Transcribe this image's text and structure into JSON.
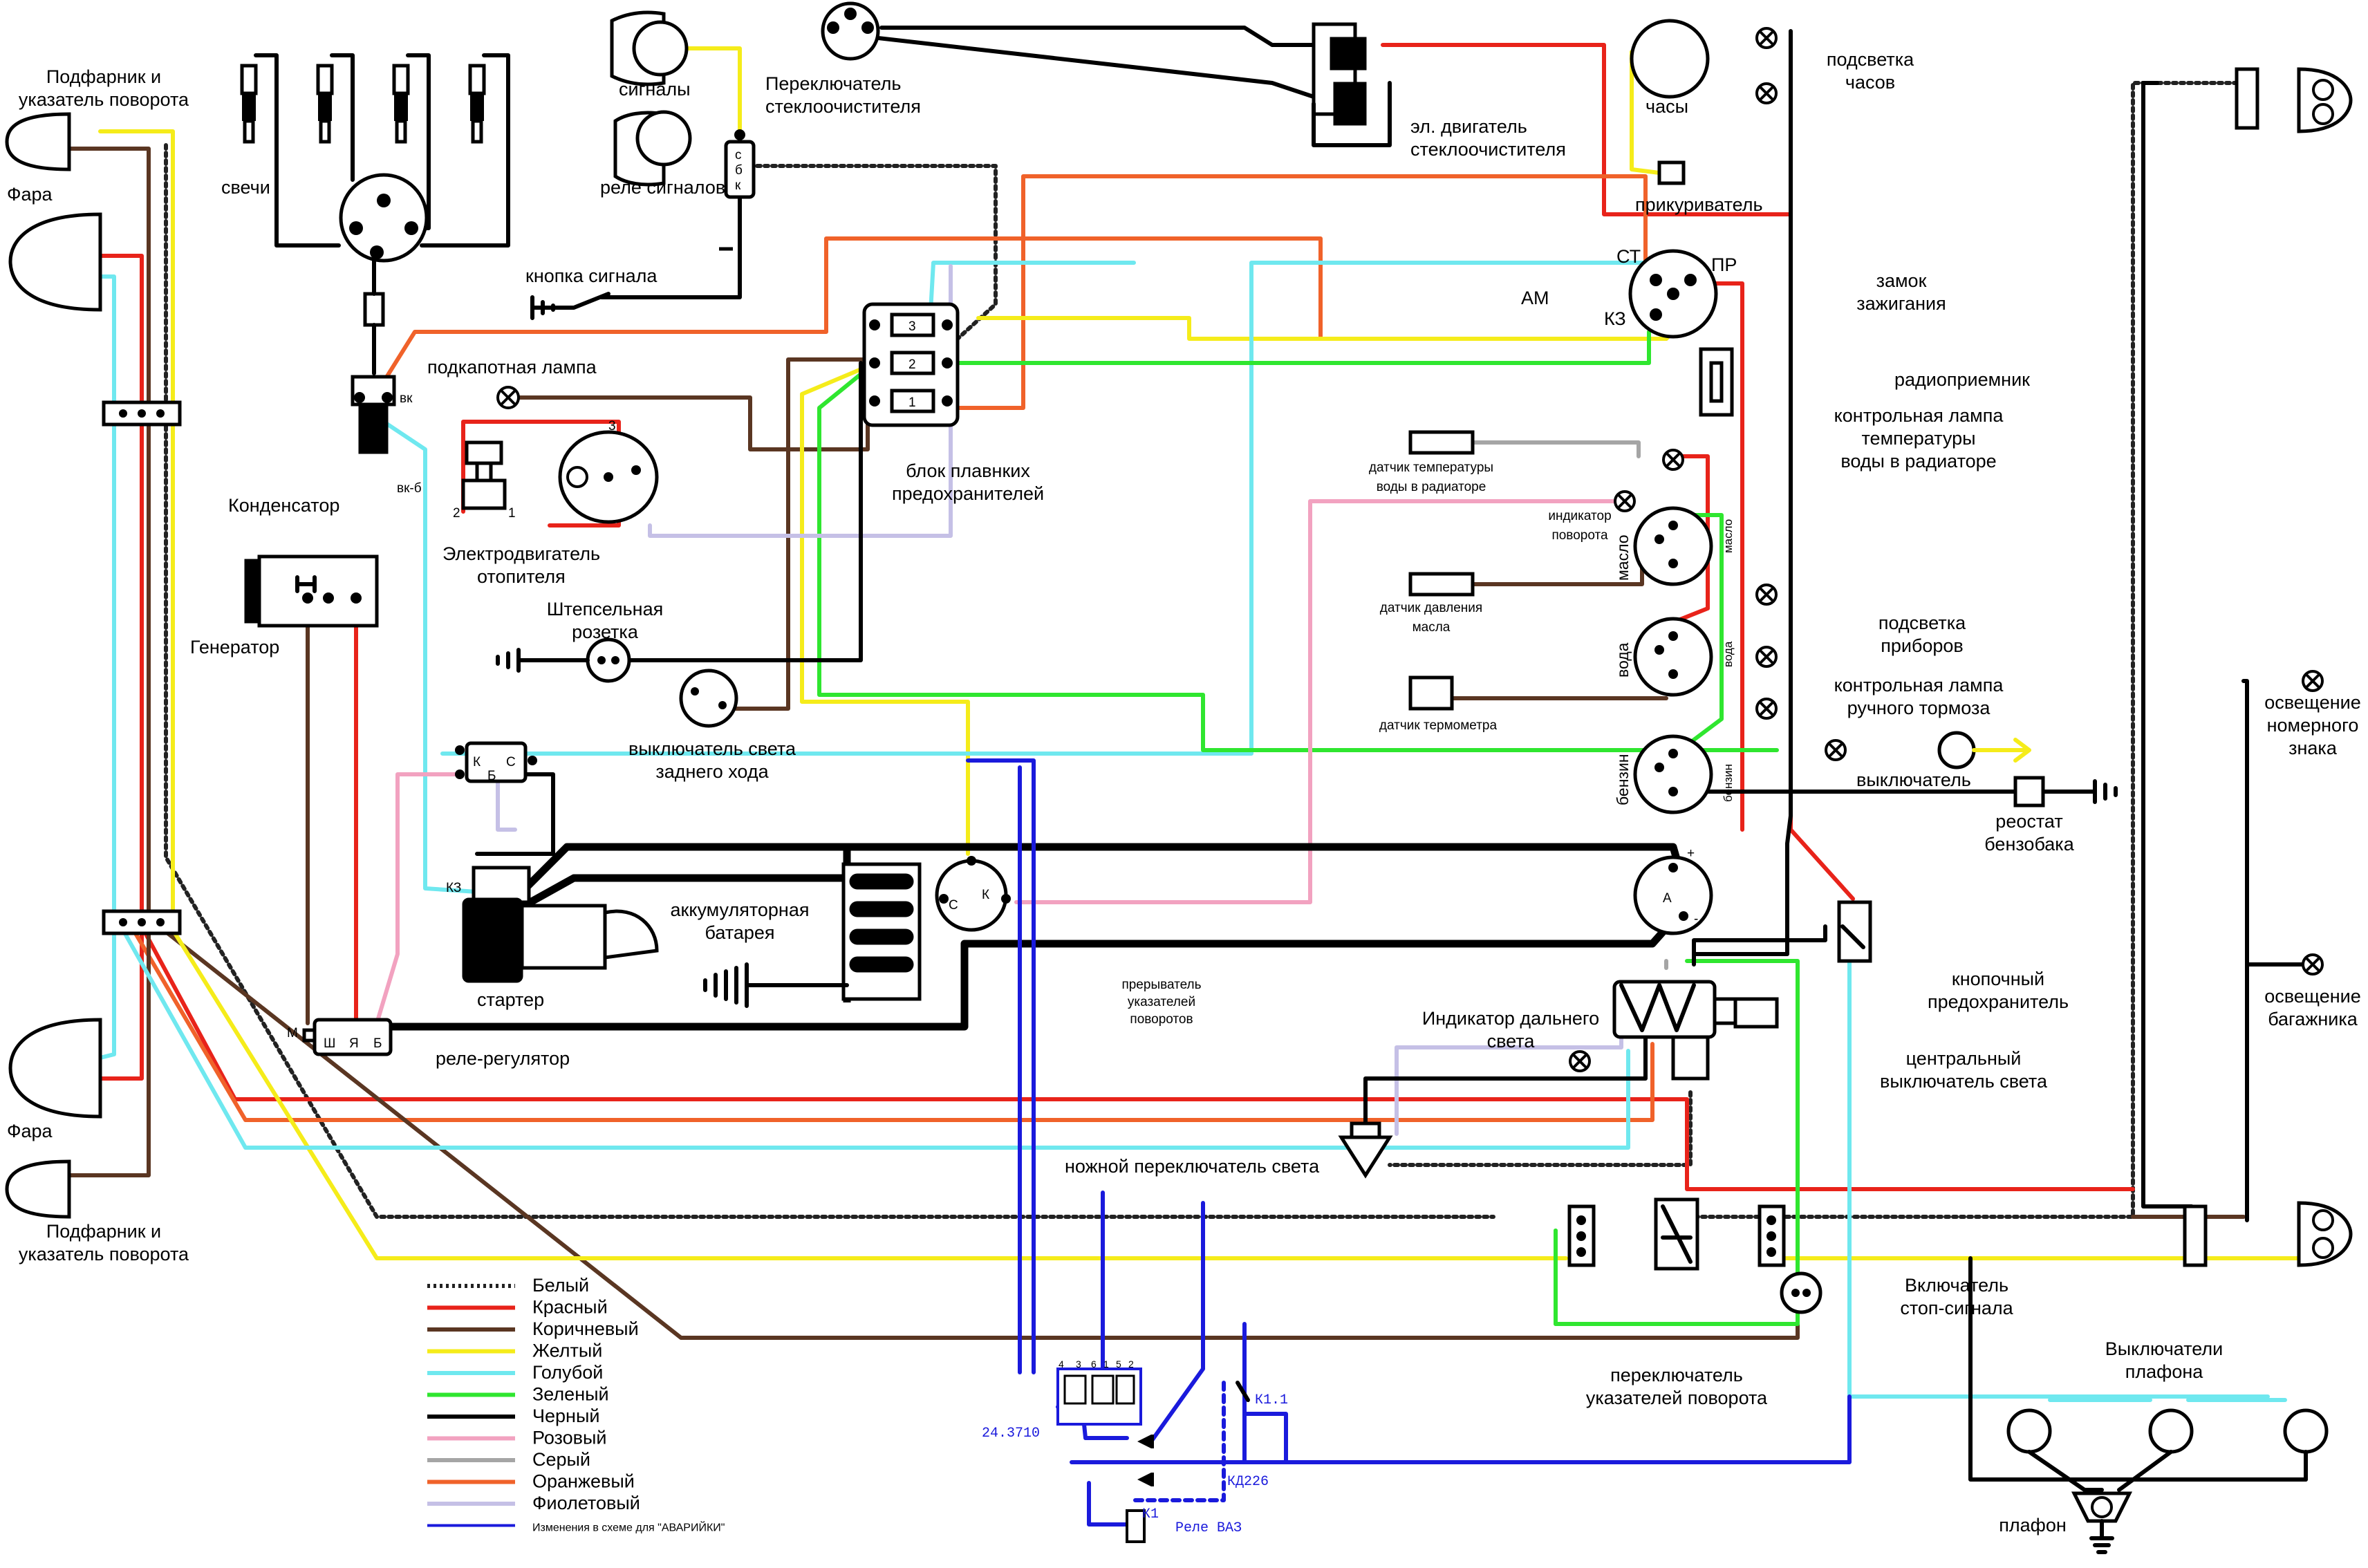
{
  "colors": {
    "white": "#222222",
    "red": "#e8231a",
    "brown": "#5a3622",
    "yellow": "#f5ec1a",
    "lightblue": "#6fe8ef",
    "green": "#2fe62f",
    "black": "#000000",
    "pink": "#f2a2c0",
    "gray": "#a5a5a5",
    "orange": "#f0622a",
    "violet": "#c5c0e6",
    "mod": "#1a1adc"
  },
  "labels": {
    "sidelight_top": [
      "Подфарник и",
      "указатель поворота"
    ],
    "headlight_top": "Фара",
    "headlight_bottom": "Фара",
    "sidelight_bottom": [
      "Подфарник и",
      "указатель поворота"
    ],
    "spark_plugs": "свечи",
    "horns": "сигналы",
    "horn_relay": "реле сигналов",
    "wiper_switch": [
      "Переключатель",
      "стеклоочистителя"
    ],
    "wiper_motor": [
      "эл. двигатель",
      "стеклоочистителя"
    ],
    "clock": "часы",
    "clock_light": [
      "подсветка",
      "часов"
    ],
    "lighter": "прикуриватель",
    "horn_button": "кнопка сигнала",
    "ignition_lock": [
      "замок",
      "зажигания"
    ],
    "am": "АМ",
    "st": "СТ",
    "pr": "ПР",
    "kz": "КЗ",
    "underhood_lamp": "подкапотная лампа",
    "fuse_block": [
      "блок плавнких",
      "предохранителей"
    ],
    "radio": "радиоприемник",
    "temp_warning": [
      "контрольная лампа",
      "температуры",
      "воды в радиаторе"
    ],
    "temp_sensor": [
      "датчик температуры",
      "воды в радиаторе"
    ],
    "turn_indicator": [
      "индикатор",
      "поворота"
    ],
    "oil_sensor": [
      "датчик давления",
      "масла"
    ],
    "thermo_sensor": "датчик термометра",
    "gauge_oil": "масло",
    "gauge_water": "вода",
    "gauge_fuel": "бензин",
    "instrument_light": [
      "подсветка",
      "приборов"
    ],
    "handbrake_lamp": [
      "контрольная лампа",
      "ручного тормоза"
    ],
    "switch": "выключатель",
    "fuel_rheostat": [
      "реостат",
      "бензобака"
    ],
    "license_light": [
      "освещение",
      "номерного",
      "знака"
    ],
    "trunk_light": [
      "освещение",
      "багажника"
    ],
    "heater_motor": [
      "Электродвигатель",
      "отопителя"
    ],
    "condenser": "Конденсатор",
    "generator": "Генератор",
    "socket": [
      "Штепсельная",
      "розетка"
    ],
    "reverse_switch": [
      "выключатель света",
      "заднего хода"
    ],
    "starter": "стартер",
    "battery": [
      "аккумуляторная",
      "батарея"
    ],
    "flasher": [
      "прерыватель",
      "указателей",
      "поворотов"
    ],
    "voltage_regulator": "реле-регулятор",
    "high_beam": [
      "Индикатор дальнего",
      "света"
    ],
    "fuse_button": [
      "кнопочный",
      "предохранитель"
    ],
    "central_switch": [
      "центральный",
      "выключатель света"
    ],
    "foot_switch": "ножной переключатель света",
    "stop_switch": [
      "Включатель",
      "стоп-сигнала"
    ],
    "turn_switch": [
      "переключатель",
      "указателей поворота"
    ],
    "dome_switches": [
      "Выключатели",
      "плафона"
    ],
    "dome_lamp": "плафон",
    "vk": "вк",
    "vkb": "вк-б",
    "kz_small": "КЗ",
    "pins": [
      "М",
      "Ш",
      "Я",
      "Б",
      "К",
      "Б",
      "С",
      "С",
      "К",
      "с",
      "б",
      "к",
      "1",
      "2",
      "3",
      "1",
      "2",
      "3"
    ],
    "a_plus": "+",
    "a_label": "A",
    "a_minus": "-",
    "mod_relay_code": "24.3710",
    "mod_diode": "КД226",
    "mod_k1_1": "К1.1",
    "mod_k1": "К1",
    "mod_vaz": "Реле ВАЗ",
    "pin_numbers": [
      "4",
      "3",
      "6",
      "1",
      "5",
      "2"
    ]
  },
  "legend": [
    {
      "label": "Белый",
      "color": "#222222",
      "dotted": true
    },
    {
      "label": "Красный",
      "color": "#e8231a"
    },
    {
      "label": "Коричневый",
      "color": "#5a3622"
    },
    {
      "label": "Желтый",
      "color": "#f5ec1a"
    },
    {
      "label": "Голубой",
      "color": "#6fe8ef"
    },
    {
      "label": "Зеленый",
      "color": "#2fe62f"
    },
    {
      "label": "Черный",
      "color": "#000000"
    },
    {
      "label": "Розовый",
      "color": "#f2a2c0"
    },
    {
      "label": "Серый",
      "color": "#a5a5a5"
    },
    {
      "label": "Оранжевый",
      "color": "#f0622a"
    },
    {
      "label": "Фиолетовый",
      "color": "#c5c0e6"
    },
    {
      "label": "Изменения в схеме для \"АВАРИЙКИ\"",
      "color": "#1a1adc",
      "mod": true
    }
  ]
}
